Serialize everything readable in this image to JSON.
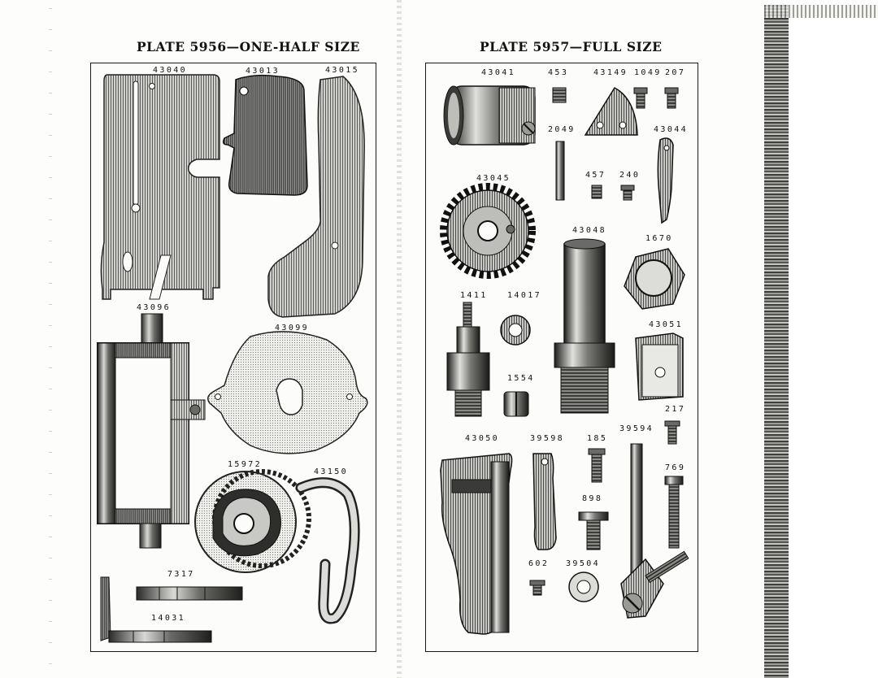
{
  "left_plate": {
    "title": "PLATE 5956—ONE-HALF SIZE",
    "part_numbers": {
      "p43040": "43040",
      "p43013": "43013",
      "p43015": "43015",
      "p43096": "43096",
      "p43099": "43099",
      "p15972": "15972",
      "p43150": "43150",
      "p7317": "7317",
      "p14031": "14031"
    }
  },
  "right_plate": {
    "title": "PLATE 5957—FULL SIZE",
    "part_numbers": {
      "p43041": "43041",
      "p453": "453",
      "p43149": "43149",
      "p1049": "1049",
      "p207": "207",
      "p2049": "2049",
      "p43044": "43044",
      "p43045": "43045",
      "p457": "457",
      "p240": "240",
      "p43048": "43048",
      "p1670": "1670",
      "p1411": "1411",
      "p14017": "14017",
      "p43051": "43051",
      "p1554": "1554",
      "p217": "217",
      "p43050": "43050",
      "p39598": "39598",
      "p185": "185",
      "p39594": "39594",
      "p769": "769",
      "p898": "898",
      "p602": "602",
      "p39504": "39504"
    }
  },
  "colors": {
    "ink": "#111111",
    "metal_dark": "#3a3a3a",
    "metal_mid": "#8a8a8a",
    "metal_light": "#c8c8c8",
    "paper": "#fcfcfa"
  }
}
